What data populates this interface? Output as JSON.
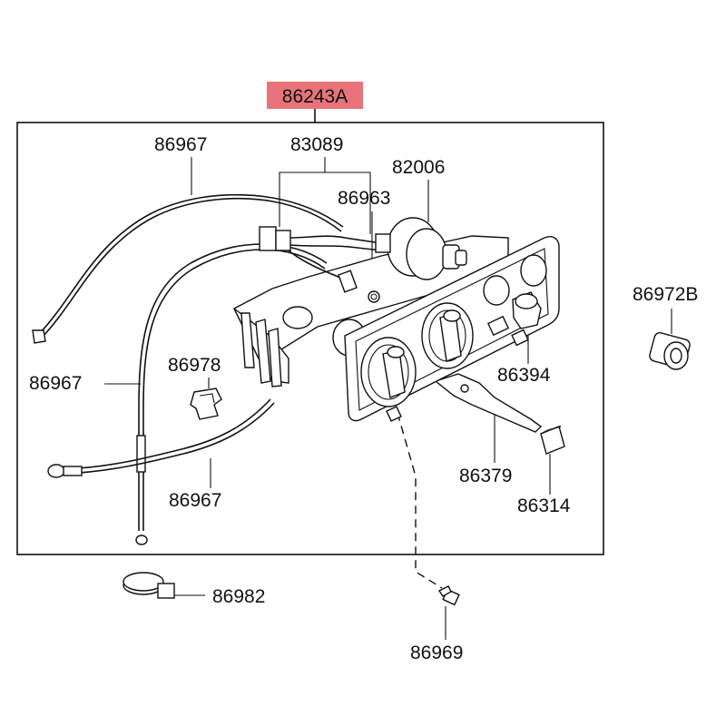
{
  "diagram": {
    "highlight_color": "#e8737a",
    "assembly_label": "86243A",
    "labels": {
      "cable_upper": "86967",
      "harness": "83089",
      "bulb": "82006",
      "socket": "86963",
      "knob_side": "86972B",
      "cable_middle": "86967",
      "clip": "86978",
      "knob": "86394",
      "bracket": "86379",
      "cable_lower": "86967",
      "cap": "86314",
      "band": "86982",
      "screw": "86969"
    }
  }
}
